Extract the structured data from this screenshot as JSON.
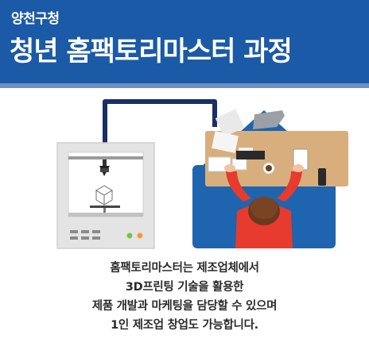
{
  "header": {
    "org": "양천구청",
    "title": "청년 홈팩토리마스터 과정",
    "background": "#1b5aa6",
    "accent": "#6e8fc0"
  },
  "description": {
    "lines": [
      "홈팩토리마스터는  제조업체에서",
      "3D프린팅 기술을 활용한",
      "제품 개발과 마케팅을 담당할 수 있으며",
      "1인 제조업 창업도 가능합니다."
    ]
  },
  "icons": {
    "printer": "3d-printer-icon",
    "house": "house-icon",
    "person": "person-working-icon",
    "cable": "connection-cable-icon"
  }
}
